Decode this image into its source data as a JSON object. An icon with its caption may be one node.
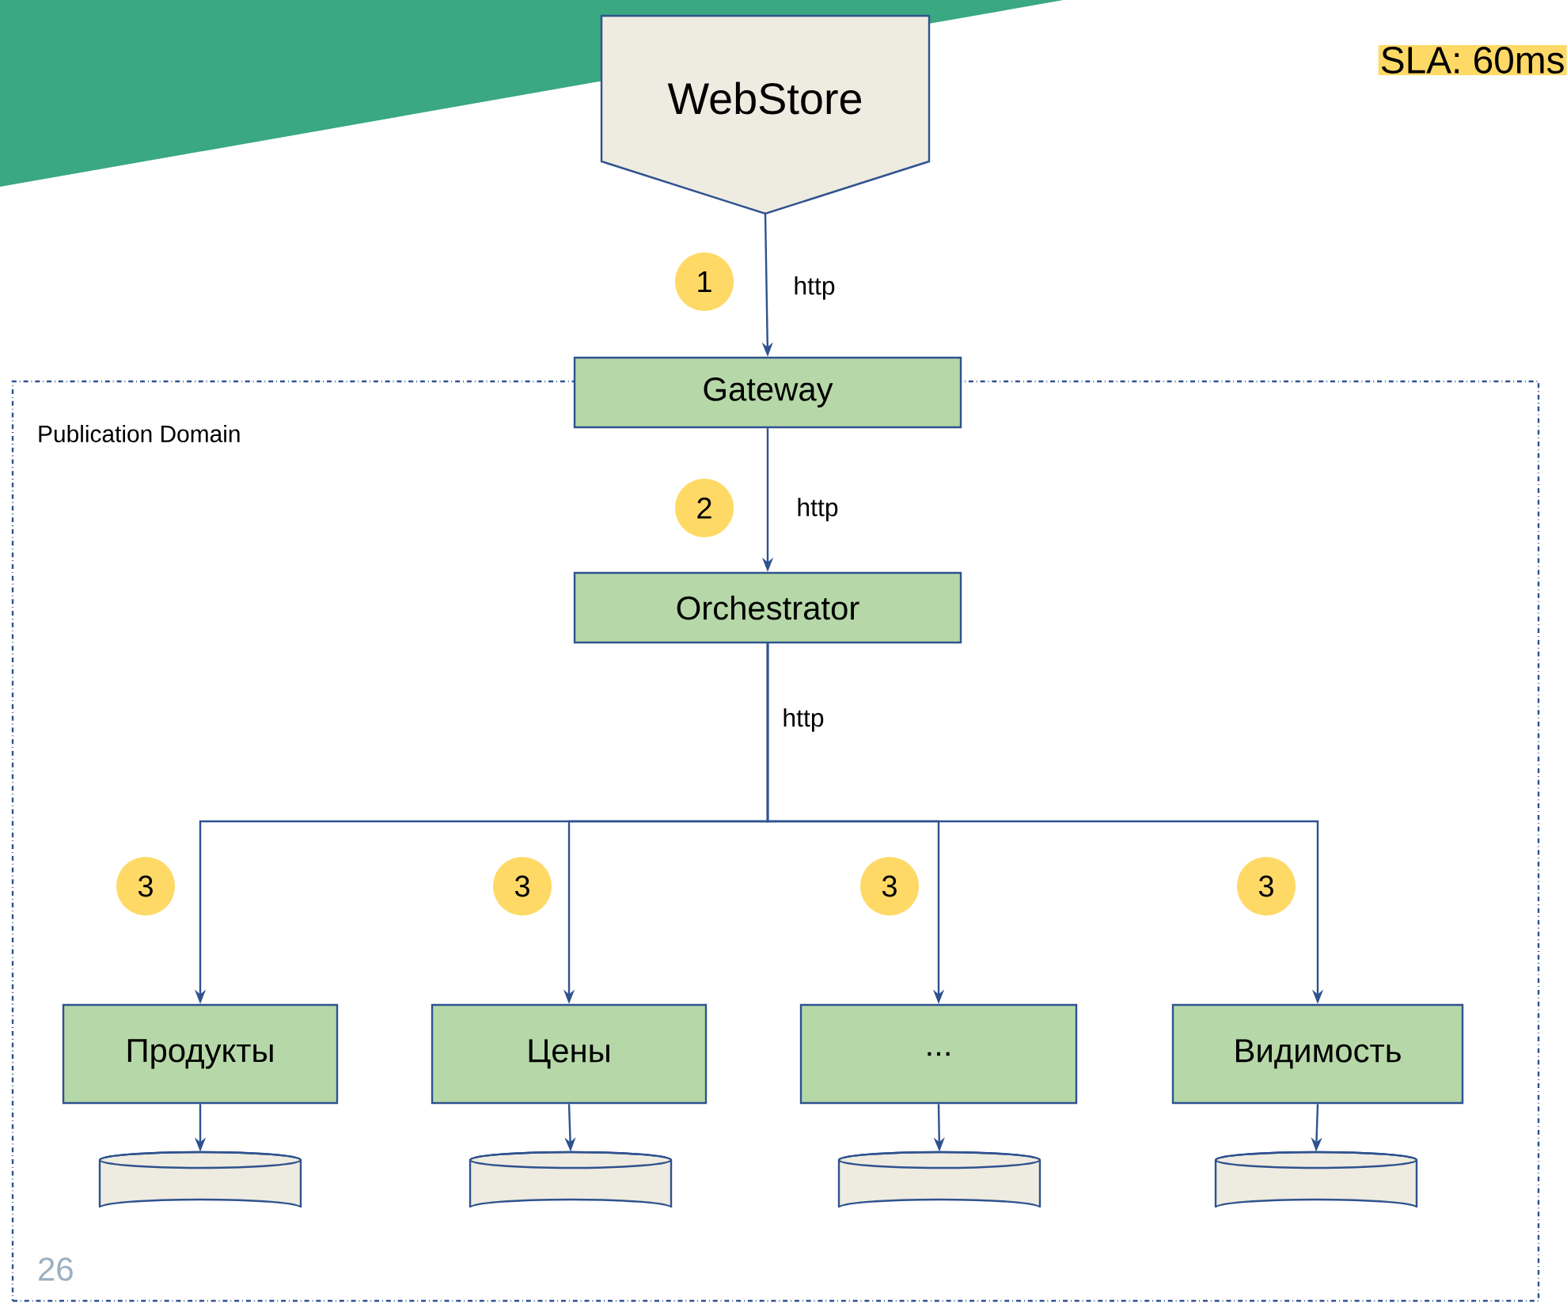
{
  "diagram": {
    "nodes": [
      {
        "text": [
          "WebStore"
        ]
      },
      {
        "text": [
          "Publication Domain"
        ]
      },
      {
        "text": [
          "Gateway"
        ]
      },
      {
        "text": [
          "Orchestrator"
        ],
        "in": 1
      },
      {
        "text": [
          "Продукты"
        ],
        "in": 1
      },
      {
        "text": [
          "Цены"
        ],
        "in": 1
      },
      {
        "text": [
          "..."
        ],
        "in": 1
      },
      {
        "text": [
          "Видимость"
        ],
        "in": 1
      },
      {
        "text": [],
        "shape": "cylinder",
        "in": 1
      },
      {
        "text": [],
        "shape": "cylinder",
        "in": 1
      },
      {
        "text": [],
        "shape": "cylinder",
        "in": 1
      },
      {
        "text": [],
        "shape": "cylinder",
        "in": 1
      }
    ],
    "edges": [
      {
        "from": 0,
        "to": 2,
        "arrow": "to",
        "label": "http"
      },
      {
        "from": 2,
        "to": 3,
        "arrow": "to",
        "label": "http"
      },
      {
        "from": 3,
        "to": 4,
        "arrow": "to",
        "label": "http"
      },
      {
        "from": 3,
        "to": 5,
        "arrow": "to"
      },
      {
        "from": 3,
        "to": 6,
        "arrow": "to"
      },
      {
        "from": 3,
        "to": 7,
        "arrow": "to"
      },
      {
        "from": 4,
        "to": 8,
        "arrow": "to"
      },
      {
        "from": 5,
        "to": 9,
        "arrow": "to"
      },
      {
        "from": 6,
        "to": 10,
        "arrow": "to"
      },
      {
        "from": 7,
        "to": 11,
        "arrow": "to"
      }
    ],
    "labels": [
      "SLA: 60ms",
      "1",
      "2",
      "3",
      "3",
      "3",
      "3",
      "26"
    ]
  }
}
